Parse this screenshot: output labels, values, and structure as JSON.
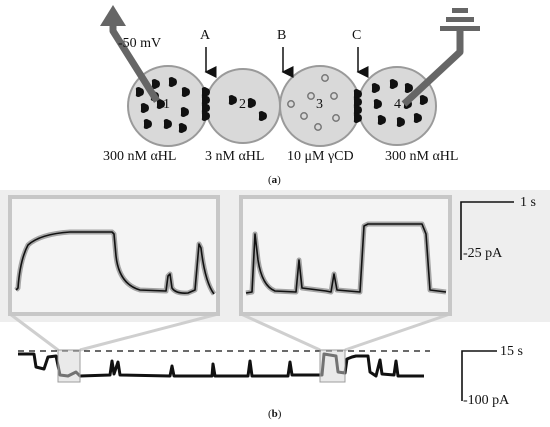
{
  "panel_a": {
    "caption_label": "(a)",
    "voltage_label": "-50 mV",
    "junction_labels": [
      "A",
      "B",
      "C"
    ],
    "droplets": [
      {
        "number": "1",
        "contents": "300 nM αHL"
      },
      {
        "number": "2",
        "contents": "3 nM αHL"
      },
      {
        "number": "3",
        "contents": "10 μM γCD"
      },
      {
        "number": "4",
        "contents": "300 nM αHL"
      }
    ]
  },
  "panel_b": {
    "caption_label": "(b)",
    "inset_scale": {
      "time": "1 s",
      "current": "-25 pA"
    },
    "trace_scale": {
      "time": "15 s",
      "current": "-100 pA"
    }
  },
  "colors": {
    "droplet_fill": "#d9d9d9",
    "droplet_stroke": "#9a9a9a",
    "electrode": "#666666",
    "inset_background": "#eeeeee",
    "trace": "#111111"
  }
}
